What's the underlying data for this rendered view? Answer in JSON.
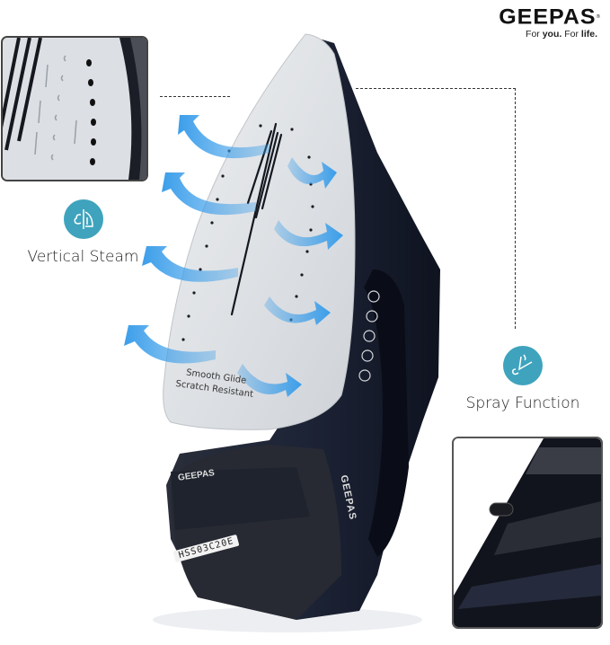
{
  "brand": {
    "logo": "GEEPAS",
    "registered_mark": "®",
    "tagline_prefix": "For ",
    "tagline_you": "you.",
    "tagline_mid": " For ",
    "tagline_life": "life."
  },
  "features": [
    {
      "label": "Vertical Steam",
      "icon": "vertical-steam-icon",
      "color": "#3fa3bd"
    },
    {
      "label": "Spray Function",
      "icon": "spray-icon",
      "color": "#3fa3bd"
    }
  ],
  "product": {
    "soleplate_text_line1": "Smooth Glide",
    "soleplate_text_line2": "Scratch Resistant",
    "model_label": "HSS03C20E",
    "side_brand": "GEEPAS",
    "plate_brand": "GEEPAS",
    "steam_arrow_color": "#3b9eea",
    "body_color": "#1c2233",
    "soleplate_color": "#dfe2e6"
  },
  "insets": [
    {
      "name": "soleplate-closeup"
    },
    {
      "name": "spray-nozzle-closeup"
    }
  ]
}
